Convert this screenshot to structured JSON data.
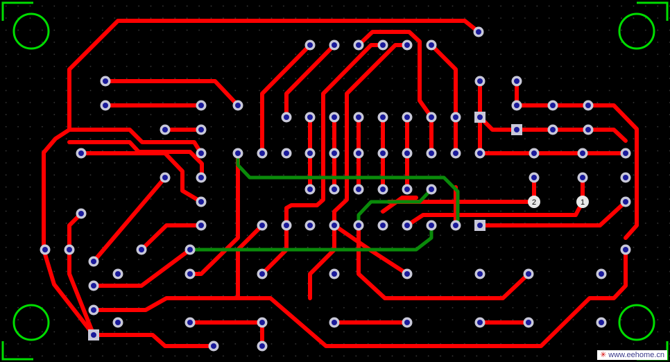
{
  "board": {
    "colors": {
      "background": "#000000",
      "top_trace": "#ff0000",
      "bottom_trace": "#0a8a0a",
      "mounting_hole": "#00dd00",
      "pad_ring": "#c8c8d8",
      "pad_hole": "#1a1a9a",
      "grid_dot": "#3a3a3a"
    },
    "pad_labels": [
      "2",
      "1"
    ]
  },
  "watermark": {
    "icon": "asterisk-icon",
    "text": "www.eehome.cn"
  }
}
